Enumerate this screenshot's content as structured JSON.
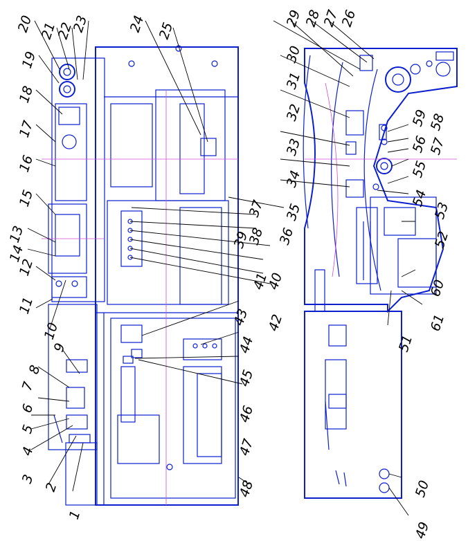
{
  "callouts": {
    "left_column": [
      "1",
      "2",
      "3",
      "4",
      "5",
      "6",
      "7",
      "8",
      "9",
      "10",
      "11",
      "12",
      "13",
      "14",
      "15",
      "16",
      "17",
      "18",
      "19",
      "20",
      "21",
      "22",
      "23",
      "24",
      "25"
    ],
    "middle_right": [
      "36",
      "37",
      "38",
      "39",
      "40",
      "41",
      "42",
      "43",
      "44",
      "45",
      "46",
      "47",
      "48"
    ],
    "right_top": [
      "26",
      "27",
      "28",
      "29",
      "30",
      "31",
      "32",
      "33",
      "34",
      "35"
    ],
    "right_side": [
      "49",
      "50",
      "51",
      "52",
      "53",
      "54",
      "55",
      "56",
      "57",
      "58",
      "59",
      "60",
      "61"
    ]
  },
  "colors": {
    "outline": "#0b1ecf",
    "centerline": "#d24bd2",
    "leader": "#000000"
  }
}
